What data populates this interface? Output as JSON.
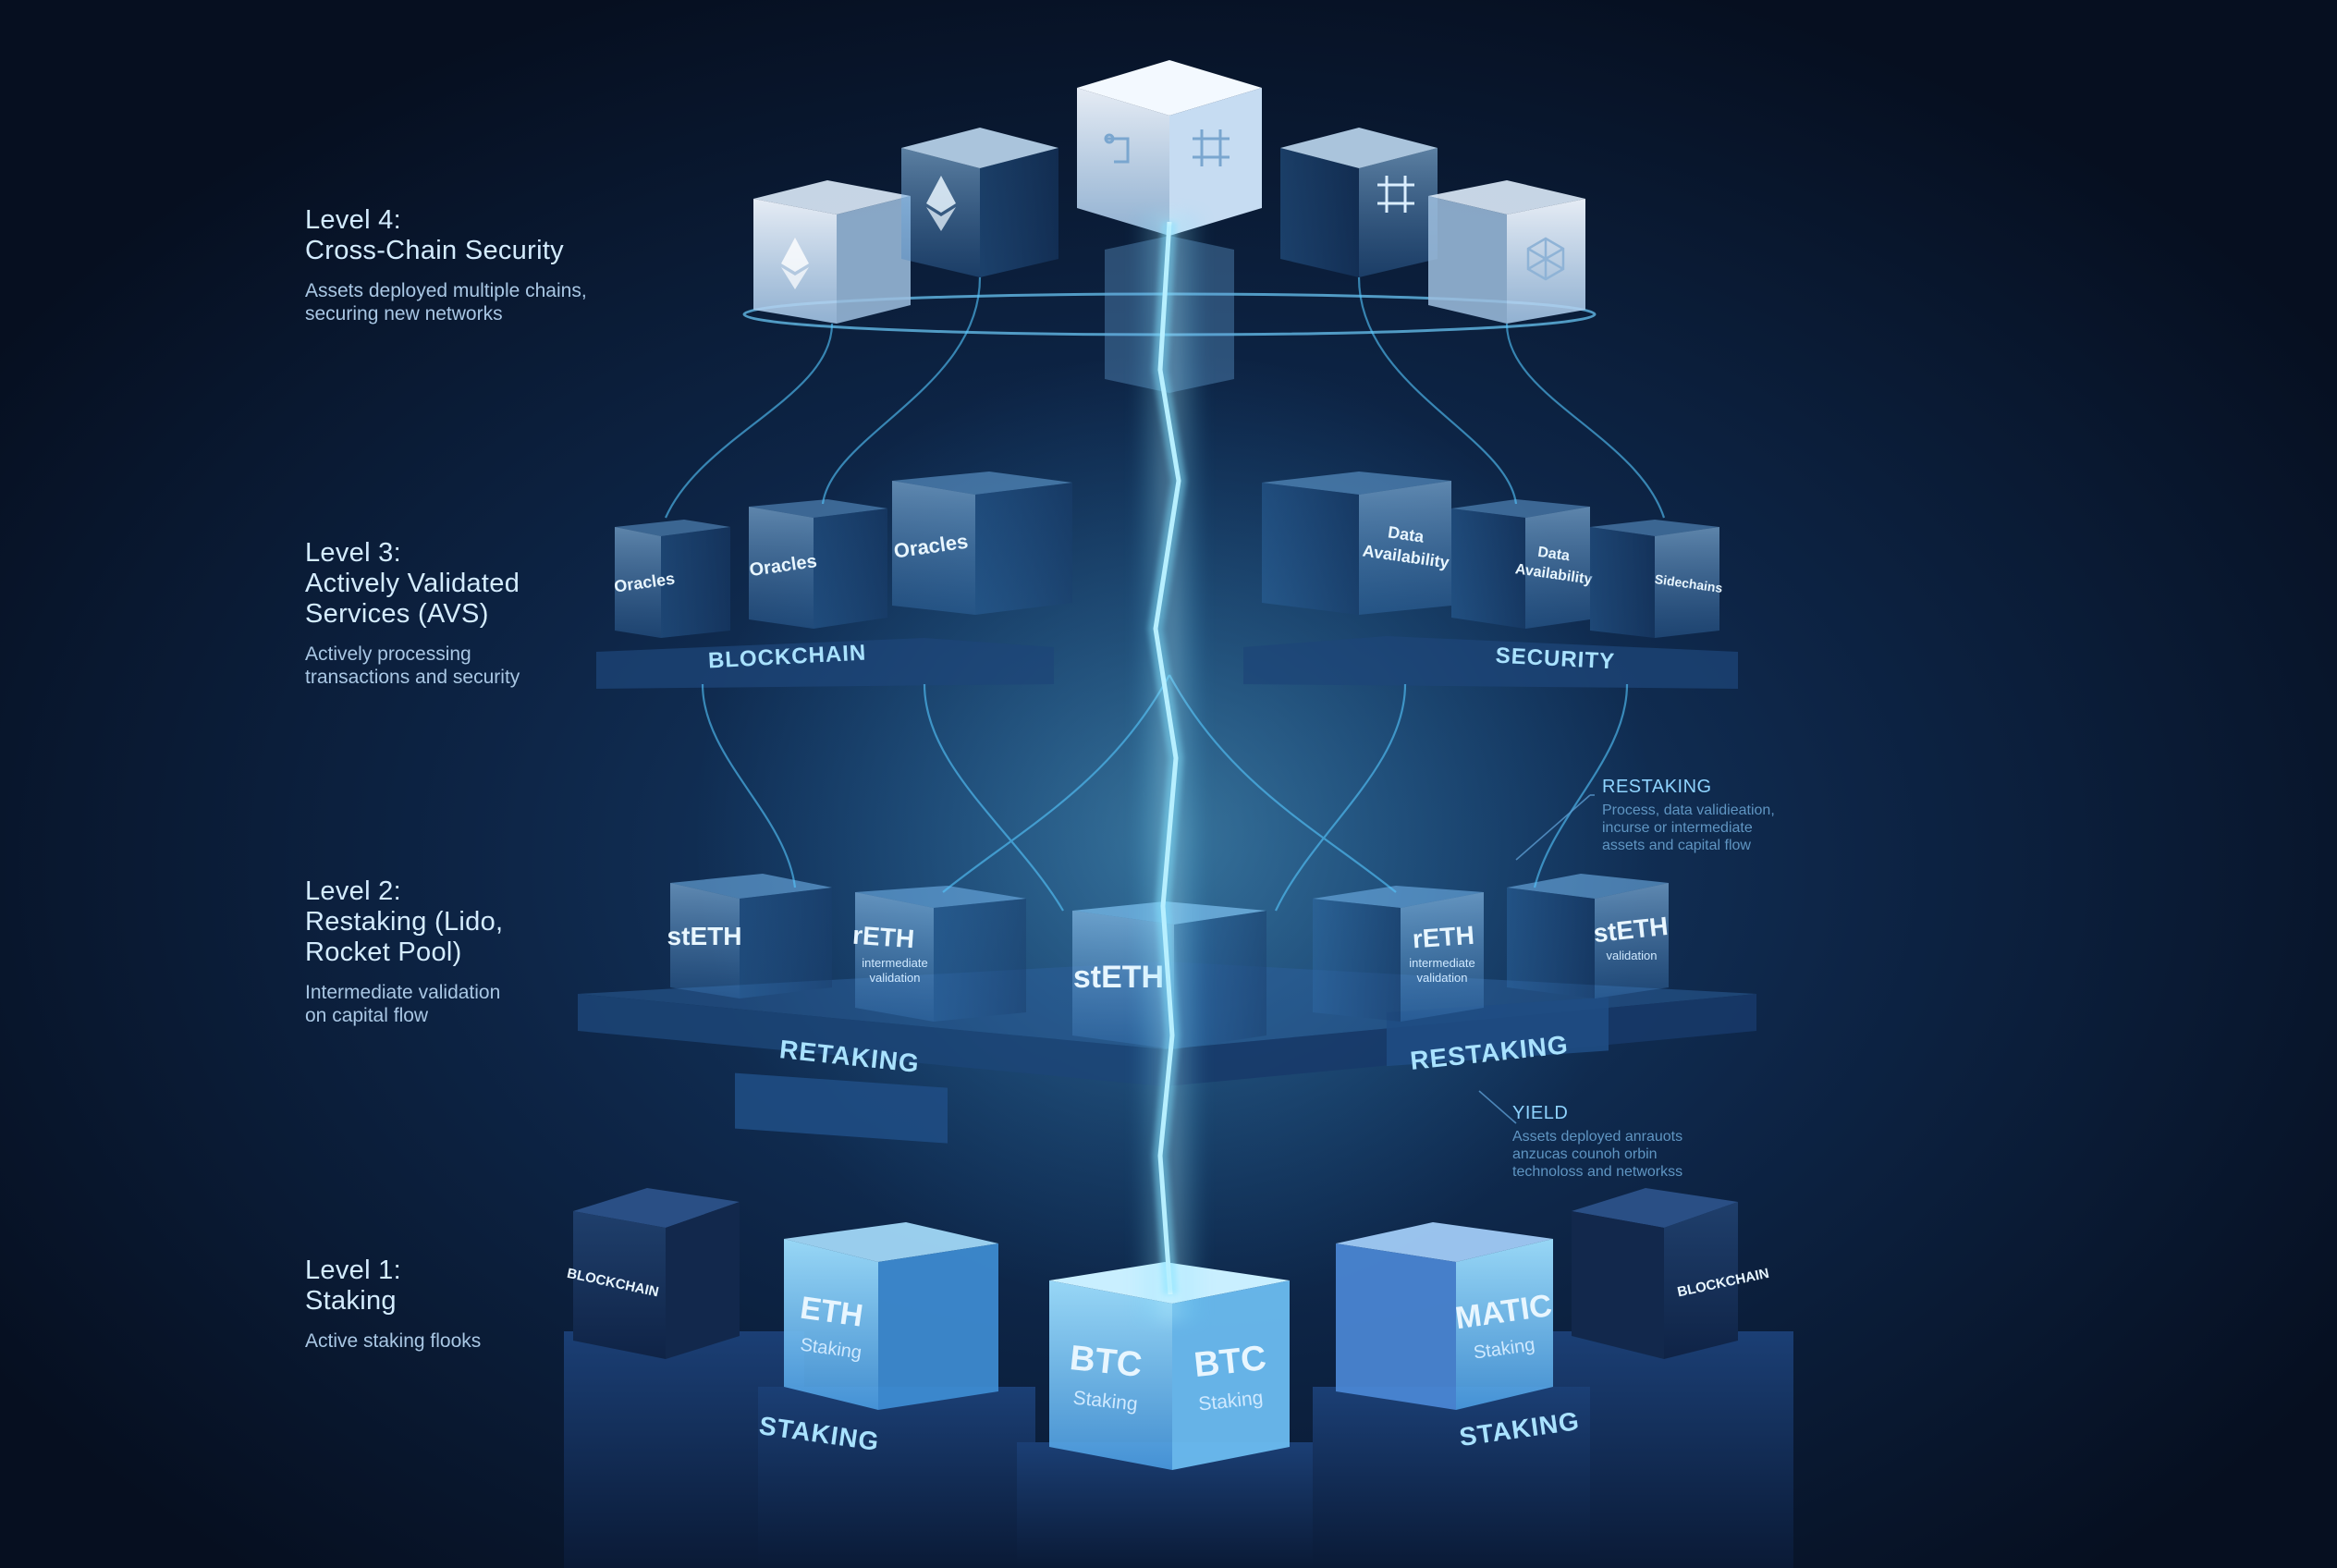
{
  "levels": [
    {
      "title_line1": "Level 4:",
      "title_line2": "Cross-Chain Security",
      "title_line3": "",
      "desc_line1": "Assets deployed multiple chains,",
      "desc_line2": "securing new networks"
    },
    {
      "title_line1": "Level 3:",
      "title_line2": "Actively Validated",
      "title_line3": "Services (AVS)",
      "desc_line1": "Actively processing",
      "desc_line2": "transactions and security"
    },
    {
      "title_line1": "Level 2:",
      "title_line2": "Restaking (Lido,",
      "title_line3": "Rocket Pool)",
      "desc_line1": "Intermediate validation",
      "desc_line2": "on capital flow"
    },
    {
      "title_line1": "Level 1:",
      "title_line2": "Staking",
      "title_line3": "",
      "desc_line1": "Active staking flooks",
      "desc_line2": ""
    }
  ],
  "annotations": {
    "restaking": {
      "title": "RESTAKING",
      "line1": "Process, data validieation,",
      "line2": "incurse or intermediate",
      "line3": "assets and capital flow"
    },
    "yield": {
      "title": "YIELD",
      "line1": "Assets deployed anrauots",
      "line2": "anzucas counoh orbin",
      "line3": "technoloss and networkss"
    }
  },
  "level3": {
    "oracles_a": "Oracles",
    "oracles_b": "Oracles",
    "oracles_c": "Oracles",
    "data_a_1": "Data",
    "data_a_2": "Availability",
    "data_b_1": "Data",
    "data_b_2": "Availability",
    "sidechains": "Sidechains",
    "platform_left": "BLOCKCHAIN",
    "platform_right": "SECURITY"
  },
  "level2": {
    "steth_left": "stETH",
    "reth_left": "rETH",
    "reth_left_sub1": "intermediate",
    "reth_left_sub2": "validation",
    "steth_center": "stETH",
    "reth_right": "rETH",
    "reth_right_sub1": "intermediate",
    "reth_right_sub2": "validation",
    "steth_right": "stETH",
    "steth_right_sub": "validation",
    "platform_left": "RETAKING",
    "platform_right": "RESTAKING"
  },
  "level1": {
    "blockchain_left": "BLOCKCHAIN",
    "eth": "ETH",
    "eth_sub": "Staking",
    "btc_a": "BTC",
    "btc_a_sub": "Staking",
    "btc_b": "BTC",
    "btc_b_sub": "Staking",
    "matic": "MATIC",
    "matic_sub": "Staking",
    "blockchain_right": "BLOCKCHAIN",
    "pillar_left": "STAKING",
    "pillar_right": "STAKING"
  },
  "icons": {
    "eth_icon_left": "ethereum-icon",
    "eth_icon": "ethereum-icon",
    "circuit_icon": "circuit-icon",
    "circuit_icon_right": "circuit-icon",
    "network_icon": "network-icon"
  },
  "colors": {
    "background": "#08142a",
    "glow": "#4fd2ff",
    "cube_glass": "#7ab8e6",
    "text": "#cfe6ff"
  }
}
